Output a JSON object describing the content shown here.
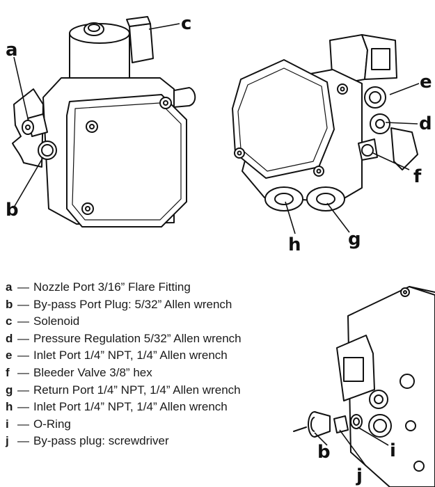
{
  "callouts": {
    "a": "a",
    "b": "b",
    "c": "c",
    "d": "d",
    "e": "e",
    "f": "f",
    "g": "g",
    "h": "h",
    "i": "i",
    "j": "j",
    "b2": "b"
  },
  "legend": [
    {
      "key": "a",
      "text": "Nozzle Port 3/16” Flare Fitting"
    },
    {
      "key": "b",
      "text": "By-pass Port Plug: 5/32” Allen wrench"
    },
    {
      "key": "c",
      "text": "Solenoid"
    },
    {
      "key": "d",
      "text": "Pressure Regulation 5/32” Allen wrench"
    },
    {
      "key": "e",
      "text": "Inlet Port 1/4” NPT, 1/4” Allen wrench"
    },
    {
      "key": "f",
      "text": "Bleeder Valve 3/8” hex"
    },
    {
      "key": "g",
      "text": "Return Port 1/4” NPT, 1/4” Allen wrench"
    },
    {
      "key": "h",
      "text": "Inlet Port 1/4” NPT, 1/4” Allen wrench"
    },
    {
      "key": "i",
      "text": "O-Ring"
    },
    {
      "key": "j",
      "text": "By-pass plug: screwdriver"
    }
  ],
  "dash": "—"
}
